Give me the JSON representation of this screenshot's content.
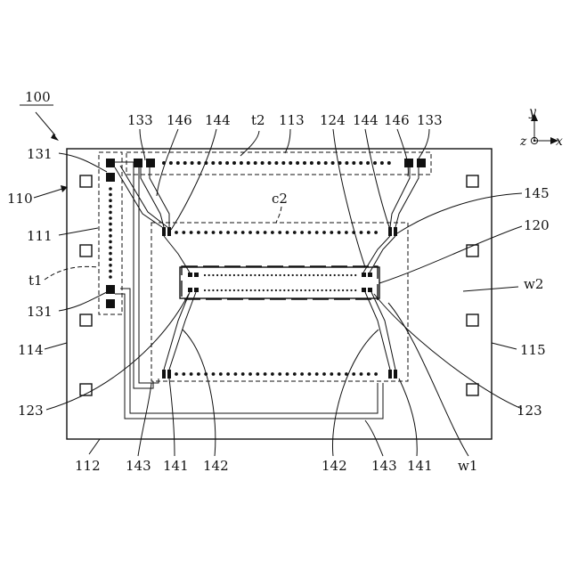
{
  "figure": {
    "ref": "100",
    "labels": {
      "l133a": "133",
      "l146a": "146",
      "l144a": "144",
      "lt2": "t2",
      "l113": "113",
      "l124": "124",
      "l144b": "144",
      "l146b": "146",
      "l133b": "133",
      "l131a": "131",
      "l110": "110",
      "l111": "111",
      "lc2": "c2",
      "l145": "145",
      "l120": "120",
      "lt1": "t1",
      "lw2": "w2",
      "l131b": "131",
      "l114": "114",
      "l115": "115",
      "l123a": "123",
      "l123b": "123",
      "l112": "112",
      "l143a": "143",
      "l141a": "141",
      "l142a": "142",
      "l142b": "142",
      "l143b": "143",
      "l141b": "141",
      "lw1": "w1"
    },
    "axes": {
      "y": "y",
      "z": "z",
      "x": "x"
    }
  }
}
